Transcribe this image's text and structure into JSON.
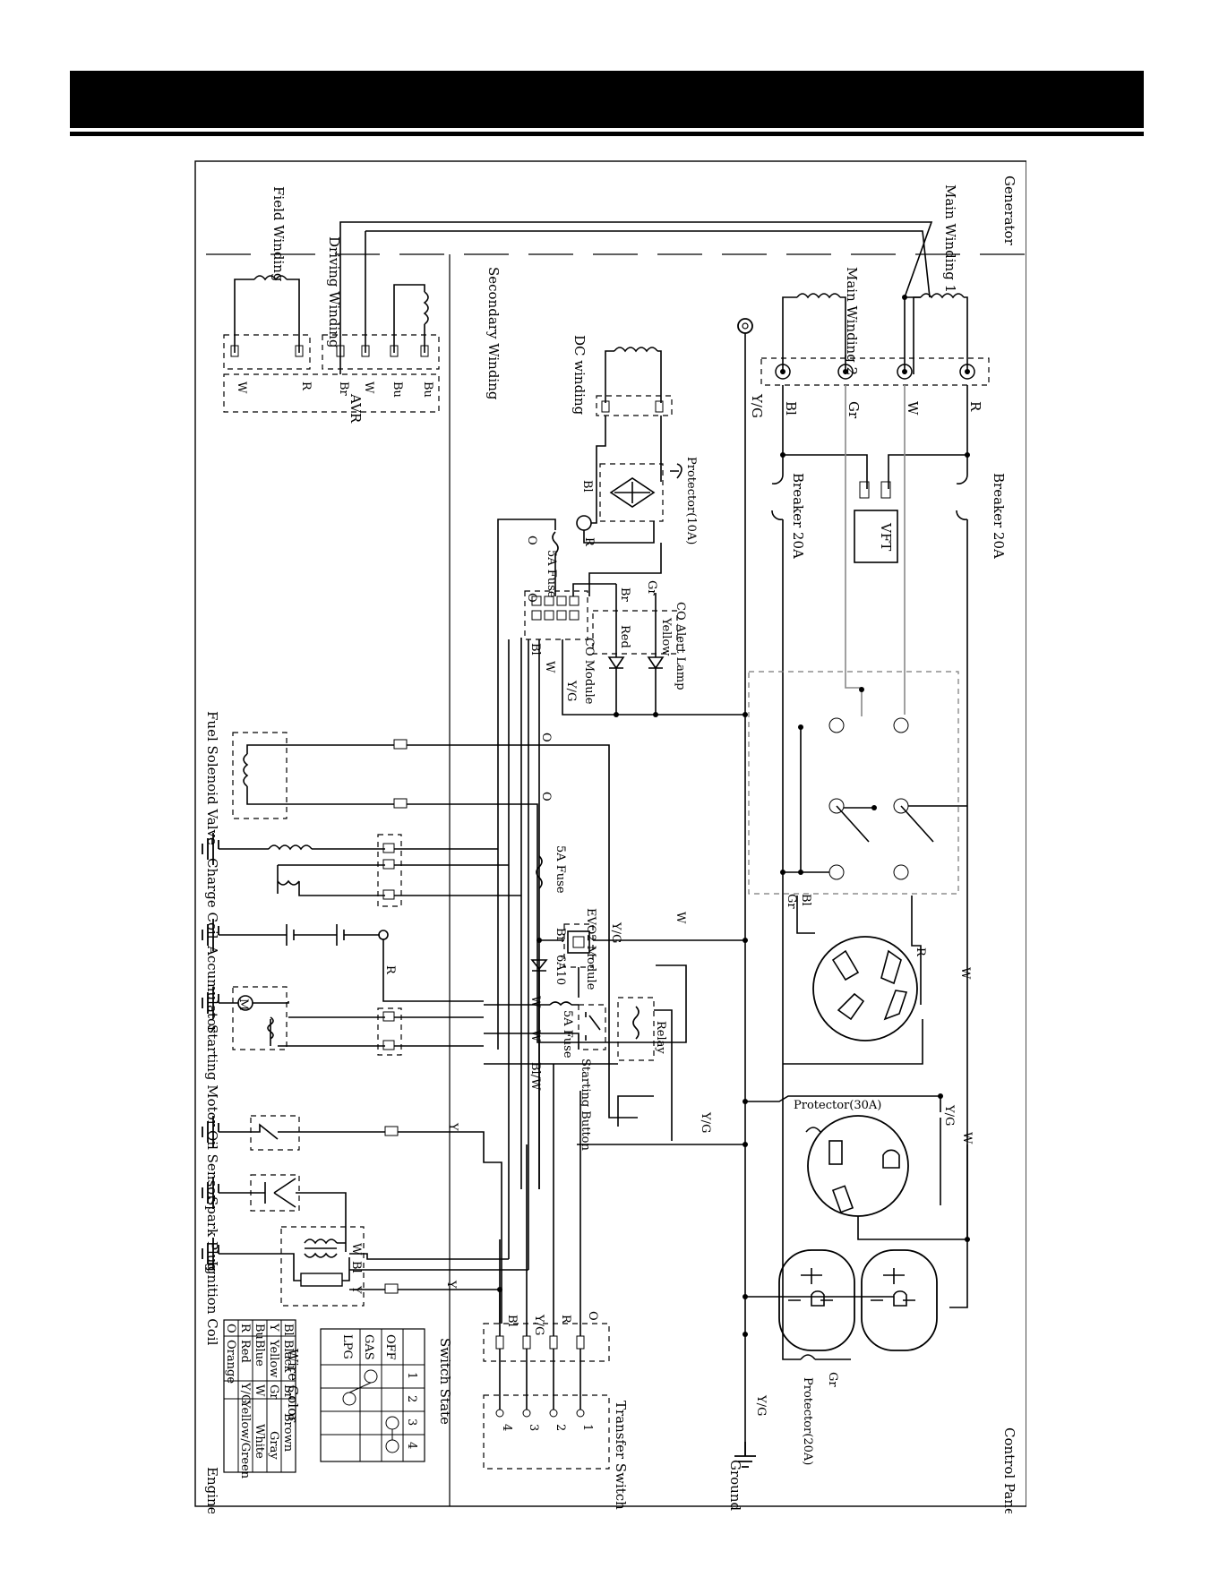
{
  "sections": {
    "generator": "Generator",
    "control_panel": "Control Panel",
    "engine": "Engine"
  },
  "generator": {
    "main_winding_1": "Main Winding 1",
    "main_winding_2": "Main Winding 2",
    "field_winding": "Field Winding",
    "driving_winding": "Driving Winding",
    "secondary_winding": "Secondary Winding",
    "dc_winding": "DC winding",
    "avr": "AVR",
    "avr_pins": [
      "W",
      "R",
      "Br",
      "W",
      "Bu",
      "Bu"
    ],
    "terminals": [
      "R",
      "W",
      "Gr",
      "Bl"
    ],
    "vg": "Y/G"
  },
  "control_panel": {
    "breaker_top": "Breaker 20A",
    "breaker_bottom": "Breaker 20A",
    "vft": "VFT",
    "protector_10a": "Protector(10A)",
    "protector_30a": "Protector(30A)",
    "protector_20a": "Protector(20A)",
    "co_alert_lamp": "CO Alert Lamp",
    "yellow": "Yellow",
    "red": "Red",
    "co_module": "CO Module",
    "fuse_5a": "5A Fuse",
    "evo2_module": "EVO2 Module",
    "relay": "Relay",
    "starting_button": "Starting Button",
    "transfer_switch": "Transfer Switch",
    "ground": "Ground",
    "codes": {
      "gr": "Gr",
      "br": "Br",
      "o": "O",
      "bl": "Bl",
      "w": "W",
      "vg": "Y/G",
      "r": "R",
      "y": "Y",
      "blw": "Bl/W",
      "code_6a10": "6A10"
    },
    "transfer_pins": [
      "1",
      "2",
      "3",
      "4"
    ],
    "transfer_wires": [
      "O",
      "R",
      "Y/G",
      "Bl"
    ]
  },
  "engine": {
    "fuel_solenoid": "Fuel Solenoid Valve",
    "charge_coil": "Charge Coil",
    "accumulator": "Accumulator",
    "starting_motor": "Starting Motor",
    "oil_sensor": "Oil Sensor",
    "spark_plug": "Spark Plug",
    "ignition_coil": "Ignition Coil",
    "motor_symbol": "M"
  },
  "switch_state": {
    "title": "Switch State",
    "columns": [
      "1",
      "2",
      "3",
      "4"
    ],
    "rows": [
      "OFF",
      "GAS",
      "LPG"
    ]
  },
  "wire_color": {
    "title": "Wire Color",
    "rows": [
      [
        "Bl",
        "Black",
        "Br",
        "Brown"
      ],
      [
        "Y",
        "Yellow",
        "Gr",
        "Gray"
      ],
      [
        "Bu",
        "Blue",
        "W",
        "White"
      ],
      [
        "R",
        "Red",
        "Y/G",
        "Yellow/Green"
      ],
      [
        "O",
        "Orange",
        "",
        ""
      ]
    ]
  }
}
